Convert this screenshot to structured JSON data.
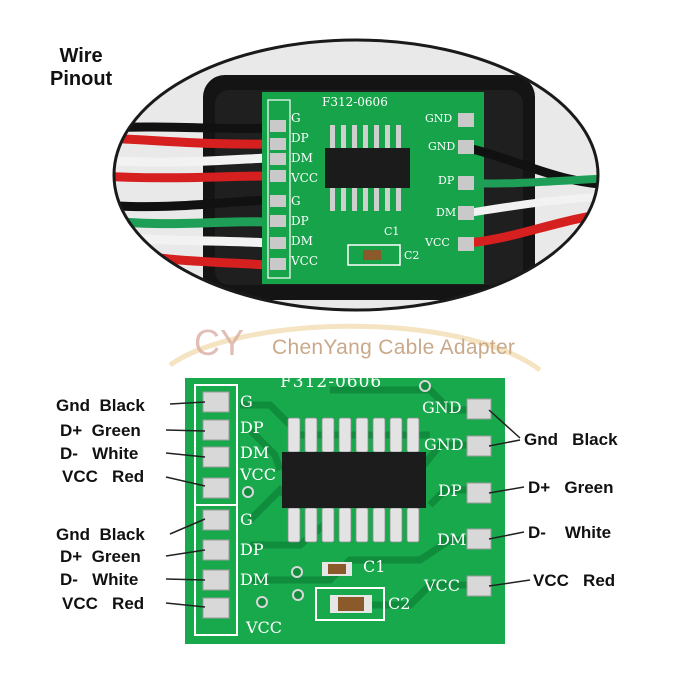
{
  "header": {
    "title_line1": "Wire",
    "title_line2": "Pinout"
  },
  "watermark": {
    "brand": "ChenYang Cable Adapter",
    "logo_text": "CY"
  },
  "board": {
    "model": "F312-0606",
    "left_pins": [
      "G",
      "DP",
      "DM",
      "VCC",
      "G",
      "DP",
      "DM",
      "VCC"
    ],
    "right_pins": [
      "GND",
      "GND",
      "DP",
      "DM",
      "VCC"
    ],
    "caps": [
      "C1",
      "C2"
    ]
  },
  "photo": {
    "model": "F312-0606",
    "left_pins": [
      "G",
      "DP",
      "DM",
      "VCC",
      "G",
      "DP",
      "DM",
      "VCC"
    ],
    "right_pins": [
      "GND",
      "GND",
      "DP",
      "DM",
      "VCC"
    ],
    "caps": [
      "C1",
      "C2"
    ]
  },
  "left_labels": [
    "Gnd  Black",
    "D+  Green",
    "D-   White",
    "VCC   Red",
    "Gnd  Black",
    "D+  Green",
    "D-   White",
    "VCC   Red"
  ],
  "right_labels": [
    "Gnd   Black",
    "D+   Green",
    "D-    White",
    "VCC   Red"
  ],
  "colors": {
    "pcb": "#16a34a",
    "pcb_dark": "#0c7a35",
    "silk": "#ffffff",
    "wire_black": "#111111",
    "wire_red": "#d61f1f",
    "wire_green": "#1f9e57",
    "wire_white": "#f2f2f2",
    "watermark": "#c9a98a"
  },
  "icons": [
    "arrow-line",
    "chip-icon",
    "capacitor-icon"
  ]
}
